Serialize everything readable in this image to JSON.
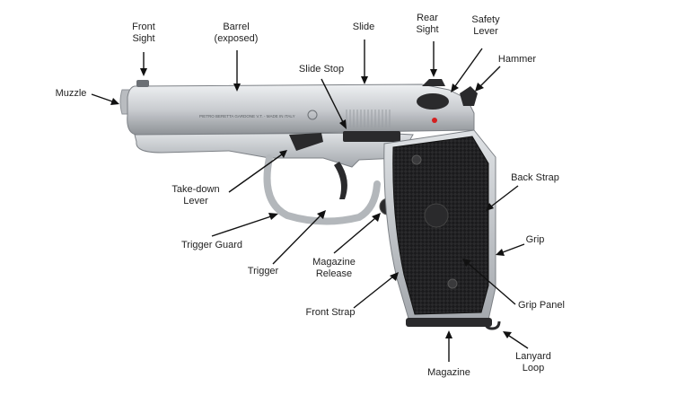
{
  "image_caption": "Annotated diagram of a semi-automatic pistol with labeled parts",
  "slide_engraving": "PIETRO BERETTA GARDONE V.T. - MADE IN ITALY",
  "labels": {
    "front_sight": [
      "Front",
      "Sight"
    ],
    "barrel": [
      "Barrel",
      "(exposed)"
    ],
    "slide": "Slide",
    "rear_sight": [
      "Rear",
      "Sight"
    ],
    "safety_lever": [
      "Safety",
      "Lever"
    ],
    "hammer": "Hammer",
    "muzzle": "Muzzle",
    "slide_stop": "Slide Stop",
    "back_strap": "Back Strap",
    "takedown_lever": [
      "Take-down",
      "Lever"
    ],
    "trigger_guard": "Trigger Guard",
    "trigger": "Trigger",
    "magazine_release": [
      "Magazine",
      "Release"
    ],
    "grip": "Grip",
    "front_strap": "Front Strap",
    "grip_panel": "Grip Panel",
    "lanyard_loop": [
      "Lanyard",
      "Loop"
    ],
    "magazine": "Magazine"
  },
  "colors": {
    "steel": "#c9ccd0",
    "steel_dark": "#8e9297",
    "grip": "#2a2a2c",
    "ink": "#111111"
  }
}
